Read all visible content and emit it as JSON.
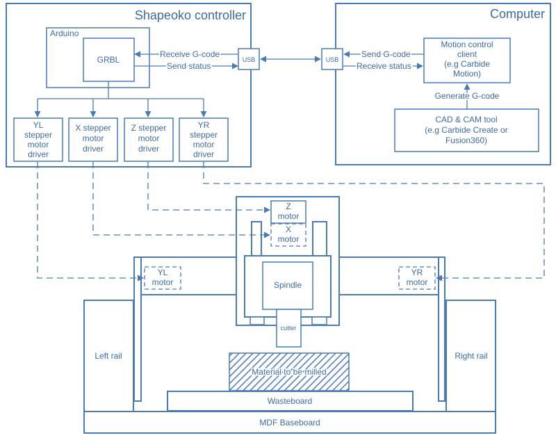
{
  "controller": {
    "title": "Shapeoko controller",
    "arduino": "Arduino",
    "grbl": "GRBL",
    "receive_gcode": "Receive G-code",
    "send_status": "Send status",
    "usb": "USB",
    "drivers": [
      [
        "YL",
        "stepper",
        "motor",
        "driver"
      ],
      [
        "X stepper",
        "motor",
        "driver"
      ],
      [
        "Z stepper",
        "motor",
        "driver"
      ],
      [
        "YR",
        "stepper",
        "motor",
        "driver"
      ]
    ]
  },
  "computer": {
    "title": "Computer",
    "usb": "USB",
    "send_gcode": "Send G-code",
    "receive_status": "Receive status",
    "client": [
      "Motion control",
      "client",
      "(e.g Carbide",
      "Motion)"
    ],
    "generate_gcode": "Generate G-code",
    "cad": [
      "CAD & CAM tool",
      "(e.g Carbide Create or",
      "Fusion360)"
    ]
  },
  "machine": {
    "z_motor": [
      "Z",
      "motor"
    ],
    "x_motor": [
      "X",
      "motor"
    ],
    "yl_motor": [
      "YL",
      "motor"
    ],
    "yr_motor": [
      "YR",
      "motor"
    ],
    "spindle": "Spindle",
    "cutter": "cutter",
    "left_rail": "Left rail",
    "right_rail": "Right rail",
    "material": "Material to be milled",
    "wasteboard": "Wasteboard",
    "baseboard": "MDF Baseboard"
  },
  "colors": {
    "stroke": "#4a7ab5",
    "text": "#3d6aa4",
    "hatch": "#4a7ab5"
  }
}
